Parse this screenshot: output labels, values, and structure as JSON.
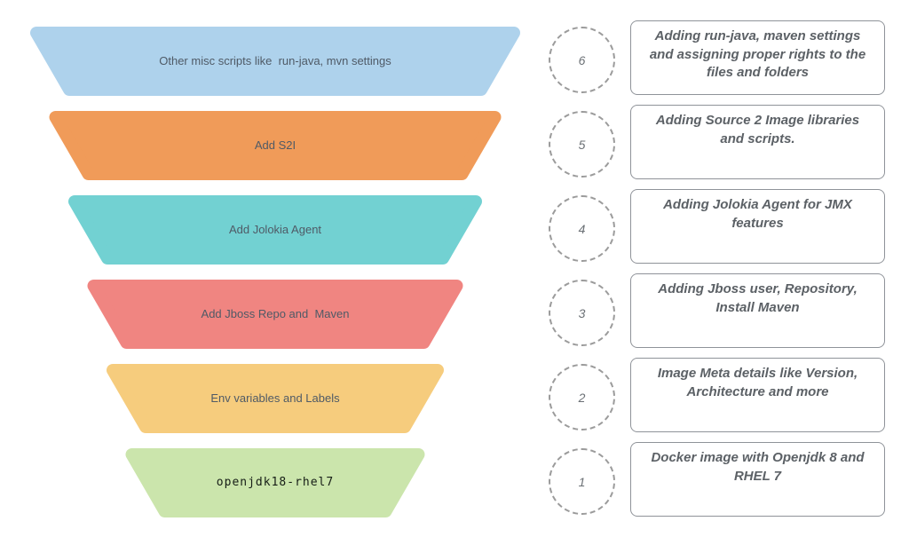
{
  "page": {
    "background": "#ffffff"
  },
  "funnel": {
    "rows": [
      {
        "step_number": "6",
        "funnel_label": "Other misc scripts like  run-java, mvn settings",
        "funnel_color": "#aed2ec",
        "description": "Adding run-java, maven settings and assigning proper rights to the files and folders"
      },
      {
        "step_number": "5",
        "funnel_label": "Add S2I",
        "funnel_color": "#f09b59",
        "description": "Adding Source 2 Image libraries and scripts."
      },
      {
        "step_number": "4",
        "funnel_label": "Add Jolokia Agent",
        "funnel_color": "#72d1d2",
        "description": "Adding Jolokia Agent for JMX features"
      },
      {
        "step_number": "3",
        "funnel_label": "Add Jboss Repo and  Maven",
        "funnel_color": "#f08581",
        "description": "Adding Jboss user, Repository, Install Maven"
      },
      {
        "step_number": "2",
        "funnel_label": "Env variables and Labels",
        "funnel_color": "#f6cc7d",
        "description": "Image Meta details like Version, Architecture and more"
      },
      {
        "step_number": "1",
        "funnel_label": "openjdk18-rhel7",
        "funnel_color": "#cbe5ac",
        "description": "Docker image with Openjdk 8 and RHEL 7"
      }
    ]
  },
  "colors": {
    "circle_border": "#9b9b9b",
    "box_border": "#8f9399",
    "description_text": "#5c6166",
    "funnel_label_text": "#4f5a66"
  }
}
